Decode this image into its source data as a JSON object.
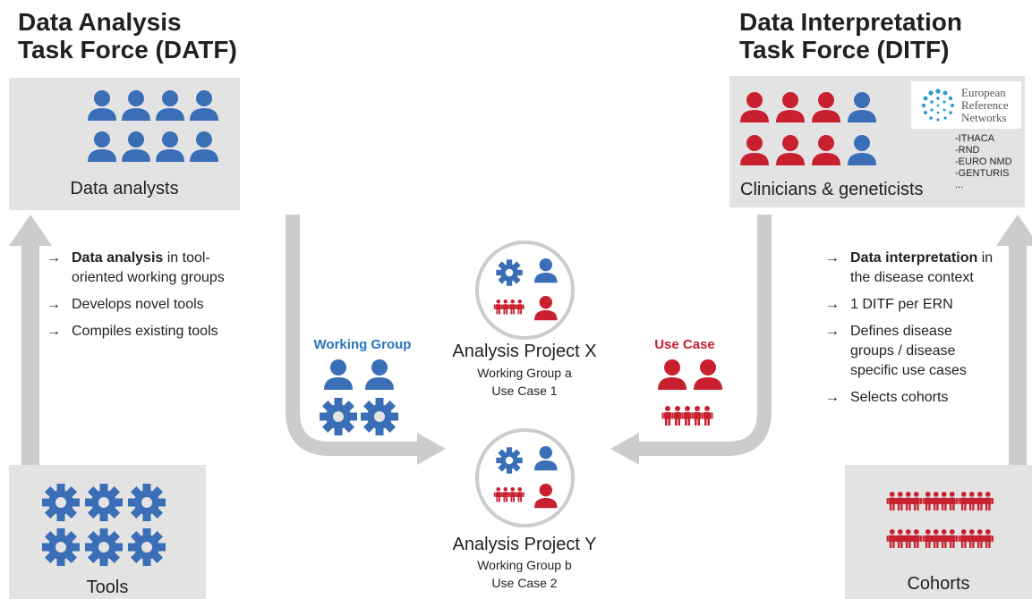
{
  "datf": {
    "title_line1": "Data Analysis",
    "title_line2": "Task Force (DATF)",
    "panel_label": "Data analysts"
  },
  "ditf": {
    "title_line1": "Data Interpretation",
    "title_line2": "Task Force (DITF)",
    "panel_label": "Clinicians & geneticists",
    "ern_logo_text": [
      "European",
      "Reference",
      "Networks"
    ],
    "ern_list": [
      "-ITHACA",
      "-RND",
      "-EURO NMD",
      "-GENTURIS",
      "..."
    ]
  },
  "tools": {
    "label": "Tools"
  },
  "cohorts": {
    "label": "Cohorts"
  },
  "left_bullets": [
    {
      "bold": "Data analysis",
      "rest": " in tool-oriented working groups"
    },
    {
      "bold": "",
      "rest": "Develops novel tools"
    },
    {
      "bold": "",
      "rest": "Compiles existing tools"
    }
  ],
  "right_bullets": [
    {
      "bold": "Data interpretation",
      "rest": " in the disease context"
    },
    {
      "bold": "",
      "rest": "1 DITF per ERN"
    },
    {
      "bold": "",
      "rest": "Defines disease groups / disease specific use cases"
    },
    {
      "bold": "",
      "rest": "Selects cohorts"
    }
  ],
  "arrow_glyph": "→",
  "working_group": {
    "label": "Working Group"
  },
  "use_case": {
    "label": "Use Case"
  },
  "project_x": {
    "title": "Analysis Project X",
    "line1": "Working Group a",
    "line2": "Use Case 1"
  },
  "project_y": {
    "title": "Analysis Project Y",
    "line1": "Working Group b",
    "line2": "Use Case 2"
  },
  "colors": {
    "blue": "#3a6fb7",
    "red": "#c8202f",
    "panel": "#e3e3e3",
    "arrow": "#cccccc",
    "tag_blue": "#2a74ba",
    "tag_red": "#c8202f"
  }
}
